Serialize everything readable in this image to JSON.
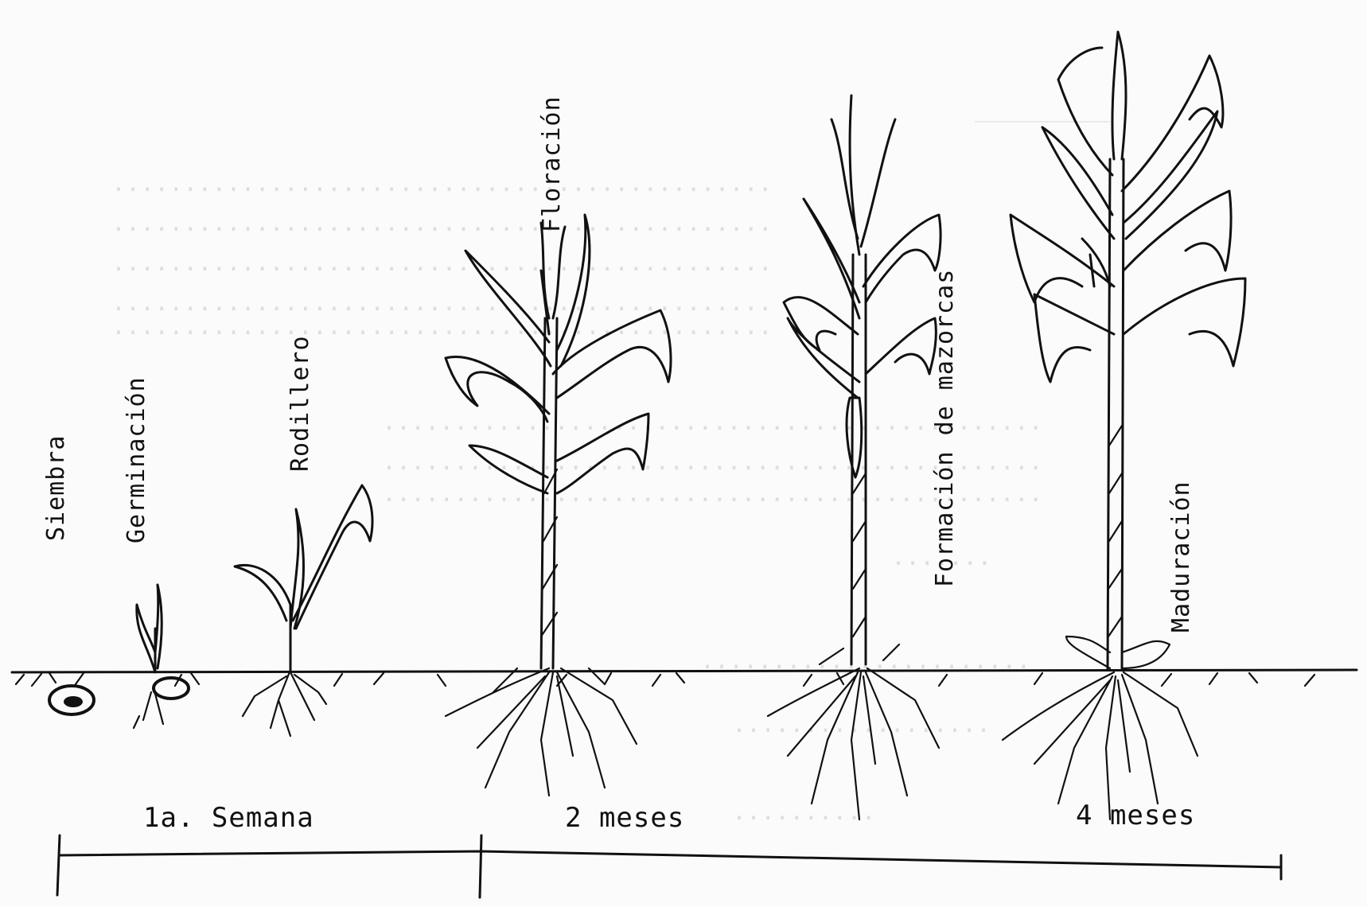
{
  "stages": {
    "siembra": "Siembra",
    "germinacion": "Germinación",
    "rodillero": "Rodillero",
    "floracion": "Floración",
    "formacion": "Formación de mazorcas",
    "maduracion": "Maduración"
  },
  "timeline": {
    "week1": "1a. Semana",
    "month2": "2 meses",
    "month4": "4 meses"
  }
}
